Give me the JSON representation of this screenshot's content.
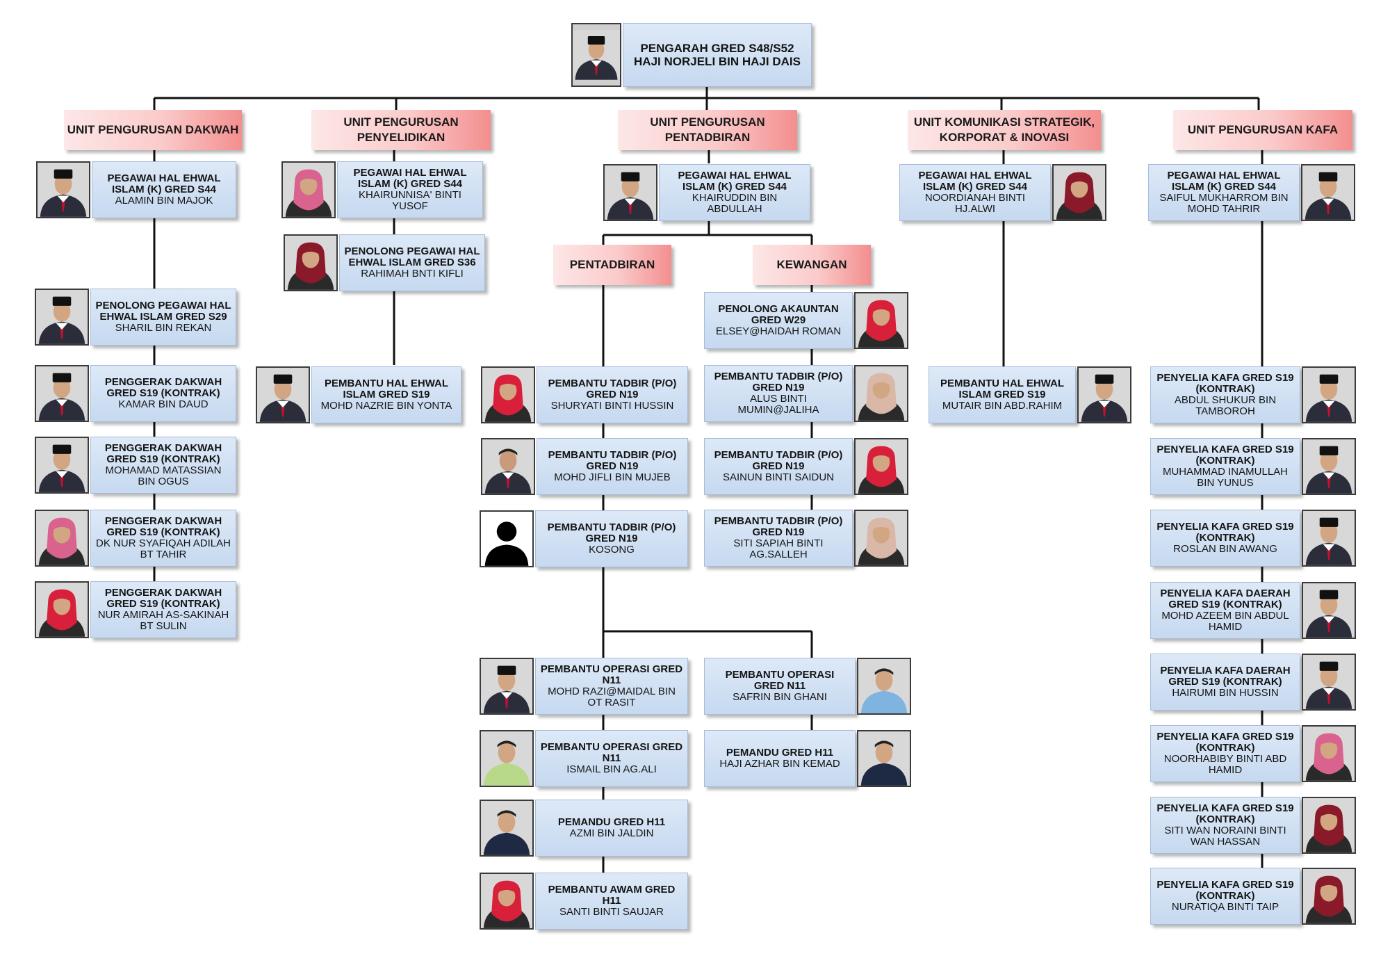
{
  "top": {
    "title": "PENGARAH GRED S48/S52",
    "name": "HAJI NORJELI BIN HAJI DAIS"
  },
  "units": [
    {
      "id": "dakwah",
      "label": "UNIT PENGURUSAN DAKWAH"
    },
    {
      "id": "penyelidikan",
      "label": "UNIT PENGURUSAN PENYELIDIKAN"
    },
    {
      "id": "pentadbiran",
      "label": "UNIT PENGURUSAN PENTADBIRAN"
    },
    {
      "id": "komunikasi",
      "label": "UNIT KOMUNIKASI STRATEGIK, KORPORAT & INOVASI"
    },
    {
      "id": "kafa",
      "label": "UNIT PENGURUSAN KAFA"
    }
  ],
  "subunits": [
    {
      "id": "pentadbiran-sub",
      "label": "PENTADBIRAN"
    },
    {
      "id": "kewangan-sub",
      "label": "KEWANGAN"
    }
  ],
  "cards": [
    {
      "id": "dk1",
      "title": "PEGAWAI HAL EHWAL ISLAM (K) GRED S44",
      "name": "ALAMIN BIN MAJOK",
      "photo": "man-songkok"
    },
    {
      "id": "dk2",
      "title": "PENOLONG PEGAWAI HAL EHWAL ISLAM GRED S29",
      "name": "SHARIL BIN REKAN",
      "photo": "man-songkok"
    },
    {
      "id": "dk3",
      "title": "PENGGERAK DAKWAH GRED S19 (KONTRAK)",
      "name": "KAMAR BIN DAUD",
      "photo": "man-songkok"
    },
    {
      "id": "dk4",
      "title": "PENGGERAK DAKWAH GRED S19 (KONTRAK)",
      "name": "MOHAMAD MATASSIAN BIN OGUS",
      "photo": "man-songkok"
    },
    {
      "id": "dk5",
      "title": "PENGGERAK DAKWAH GRED S19 (KONTRAK)",
      "name": "DK NUR SYAFIQAH ADILAH BT TAHIR",
      "photo": "woman-pink"
    },
    {
      "id": "dk6",
      "title": "PENGGERAK DAKWAH GRED S19 (KONTRAK)",
      "name": "NUR AMIRAH AS-SAKINAH BT SULIN",
      "photo": "woman-red"
    },
    {
      "id": "py1",
      "title": "PEGAWAI HAL EHWAL ISLAM (K) GRED S44",
      "name": "KHAIRUNNISA' BINTI YUSOF",
      "photo": "woman-pink"
    },
    {
      "id": "py2",
      "title": "PENOLONG PEGAWAI HAL EHWAL ISLAM GRED S36",
      "name": "RAHIMAH BNTI KIFLI",
      "photo": "woman-maroon"
    },
    {
      "id": "py3",
      "title": "PEMBANTU HAL EHWAL ISLAM GRED S19",
      "name": "MOHD NAZRIE BIN YONTA",
      "photo": "man-songkok"
    },
    {
      "id": "pt1",
      "title": "PEGAWAI HAL EHWAL ISLAM (K) GRED S44",
      "name": "KHAIRUDDIN BIN ABDULLAH",
      "photo": "man-songkok"
    },
    {
      "id": "pt2",
      "title": "PEMBANTU TADBIR (P/O) GRED N19",
      "name": "SHURYATI BINTI HUSSIN",
      "photo": "woman-red"
    },
    {
      "id": "pt3",
      "title": "PEMBANTU TADBIR (P/O) GRED N19",
      "name": "MOHD JIFLI BIN MUJEB",
      "photo": "man-bare"
    },
    {
      "id": "pt4",
      "title": "PEMBANTU TADBIR (P/O) GRED N19",
      "name": "KOSONG",
      "photo": "silhouette"
    },
    {
      "id": "kw1",
      "title": "PENOLONG AKAUNTAN GRED W29",
      "name": "ELSEY@HAIDAH ROMAN",
      "photo": "woman-red"
    },
    {
      "id": "kw2",
      "title": "PEMBANTU TADBIR (P/O) GRED N19",
      "name": "ALUS BINTI MUMIN@JALIHA",
      "photo": "woman-beige"
    },
    {
      "id": "kw3",
      "title": "PEMBANTU TADBIR (P/O) GRED N19",
      "name": "SAINUN BINTI SAIDUN",
      "photo": "woman-red"
    },
    {
      "id": "kw4",
      "title": "PEMBANTU TADBIR (P/O) GRED N19",
      "name": "SITI SAPIAH BINTI AG.SALLEH",
      "photo": "woman-beige"
    },
    {
      "id": "op1",
      "title": "PEMBANTU OPERASI GRED N11",
      "name": "MOHD RAZI@MAIDAL BIN OT RASIT",
      "photo": "man-songkok"
    },
    {
      "id": "op2",
      "title": "PEMBANTU OPERASI GRED N11",
      "name": "ISMAIL BIN AG.ALI",
      "photo": "man-green"
    },
    {
      "id": "op3",
      "title": "PEMANDU GRED H11",
      "name": "AZMI BIN JALDIN",
      "photo": "man-uniform"
    },
    {
      "id": "op4",
      "title": "PEMBANTU AWAM GRED H11",
      "name": "SANTI BINTI SAUJAR",
      "photo": "woman-red"
    },
    {
      "id": "op5",
      "title": "PEMBANTU OPERASI GRED N11",
      "name": "SAFRIN BIN GHANI",
      "photo": "man-lightblue"
    },
    {
      "id": "op6",
      "title": "PEMANDU GRED H11",
      "name": "HAJI AZHAR BIN KEMAD",
      "photo": "man-uniform"
    },
    {
      "id": "km1",
      "title": "PEGAWAI HAL EHWAL ISLAM (K) GRED S44",
      "name": "NOORDIANAH BINTI HJ.ALWI",
      "photo": "woman-maroon"
    },
    {
      "id": "km2",
      "title": "PEMBANTU HAL EHWAL ISLAM GRED S19",
      "name": "MUTAIR BIN ABD.RAHIM",
      "photo": "man-songkok"
    },
    {
      "id": "kf1",
      "title": "PEGAWAI HAL EHWAL ISLAM (K) GRED S44",
      "name": "SAIFUL MUKHARROM BIN MOHD TAHRIR",
      "photo": "man-songkok"
    },
    {
      "id": "kf2",
      "title": "PENYELIA KAFA GRED S19 (KONTRAK)",
      "name": "ABDUL SHUKUR BIN TAMBOROH",
      "photo": "man-songkok"
    },
    {
      "id": "kf3",
      "title": "PENYELIA KAFA GRED S19 (KONTRAK)",
      "name": "MUHAMMAD INAMULLAH BIN YUNUS",
      "photo": "man-songkok"
    },
    {
      "id": "kf4",
      "title": "PENYELIA KAFA GRED S19 (KONTRAK)",
      "name": "ROSLAN BIN AWANG",
      "photo": "man-songkok"
    },
    {
      "id": "kf5",
      "title": "PENYELIA KAFA DAERAH GRED S19 (KONTRAK)",
      "name": "MOHD AZEEM BIN ABDUL HAMID",
      "photo": "man-songkok"
    },
    {
      "id": "kf6",
      "title": "PENYELIA KAFA DAERAH GRED S19 (KONTRAK)",
      "name": "HAIRUMI BIN HUSSIN",
      "photo": "man-songkok"
    },
    {
      "id": "kf7",
      "title": "PENYELIA KAFA GRED S19 (KONTRAK)",
      "name": "NOORHABIBY BINTI ABD HAMID",
      "photo": "woman-pink"
    },
    {
      "id": "kf8",
      "title": "PENYELIA KAFA GRED S19 (KONTRAK)",
      "name": "SITI WAN NORAINI BINTI WAN HASSAN",
      "photo": "woman-maroon"
    },
    {
      "id": "kf9",
      "title": "PENYELIA KAFA GRED S19 (KONTRAK)",
      "name": "NURATIQA BINTI TAIP",
      "photo": "woman-maroon"
    }
  ]
}
